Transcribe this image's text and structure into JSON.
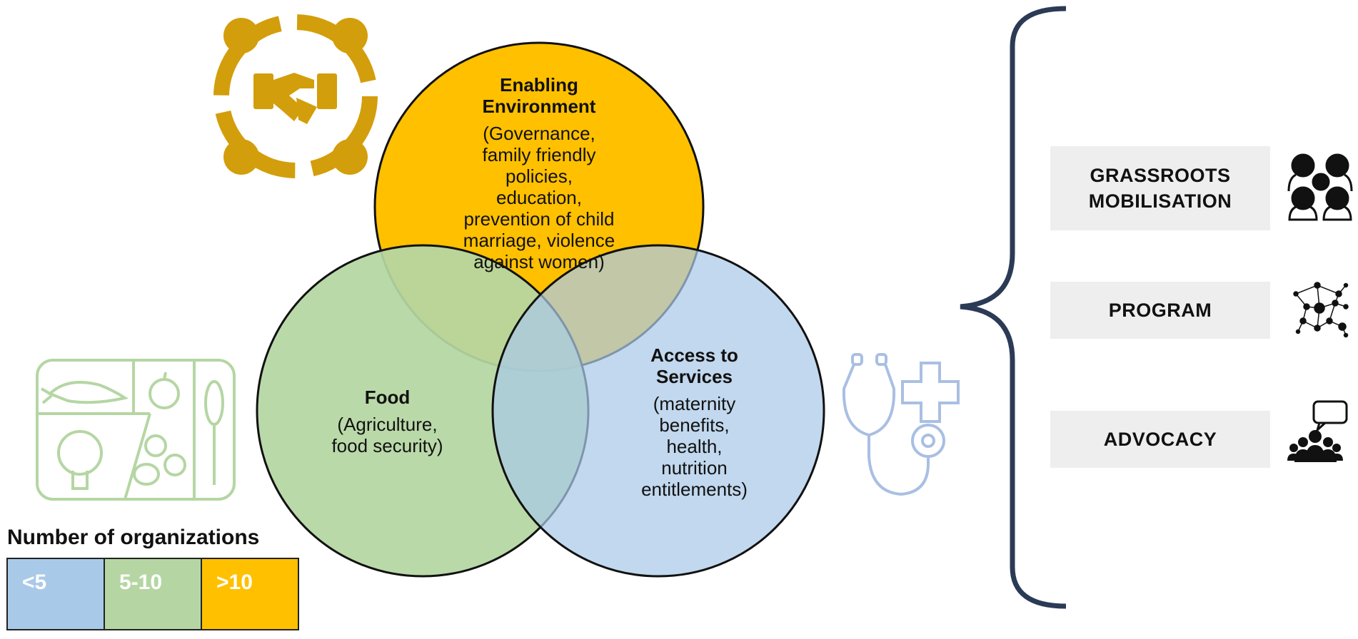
{
  "circles": [
    {
      "id": "enabling-environment",
      "title": "Enabling\nEnvironment",
      "description": "(Governance,\nfamily friendly\npolicies,\neducation,\nprevention of child\nmarriage, violence\nagainst women)",
      "color": "#FFC000",
      "category": ">10"
    },
    {
      "id": "food",
      "title": "Food",
      "description": "(Agriculture,\nfood security)",
      "color": "#B5D6A3",
      "category": "5-10"
    },
    {
      "id": "access-to-services",
      "title": "Access to\nServices",
      "description": "(maternity\nbenefits,\nhealth,\nnutrition\nentitlements)",
      "color": "#A9C9E8",
      "category": "<5"
    }
  ],
  "strategies": [
    {
      "label": "GRASSROOTS\nMOBILISATION",
      "icon": "community-network-icon"
    },
    {
      "label": "PROGRAM",
      "icon": "network-graph-icon"
    },
    {
      "label": "ADVOCACY",
      "icon": "speaking-group-icon"
    }
  ],
  "legend": {
    "title": "Number of organizations",
    "items": [
      {
        "label": "<5",
        "color": "#A9C9E8"
      },
      {
        "label": "5-10",
        "color": "#B5D6A3"
      },
      {
        "label": ">10",
        "color": "#FFC000"
      }
    ]
  },
  "icons": {
    "enabling": {
      "name": "handshake-circle-icon",
      "color": "#D39E0B"
    },
    "food": {
      "name": "food-tray-icon",
      "color": "#B5D6A3"
    },
    "services": {
      "name": "stethoscope-icon",
      "color": "#A9BFE3"
    }
  },
  "colors": {
    "brace": "#2B3A55"
  }
}
